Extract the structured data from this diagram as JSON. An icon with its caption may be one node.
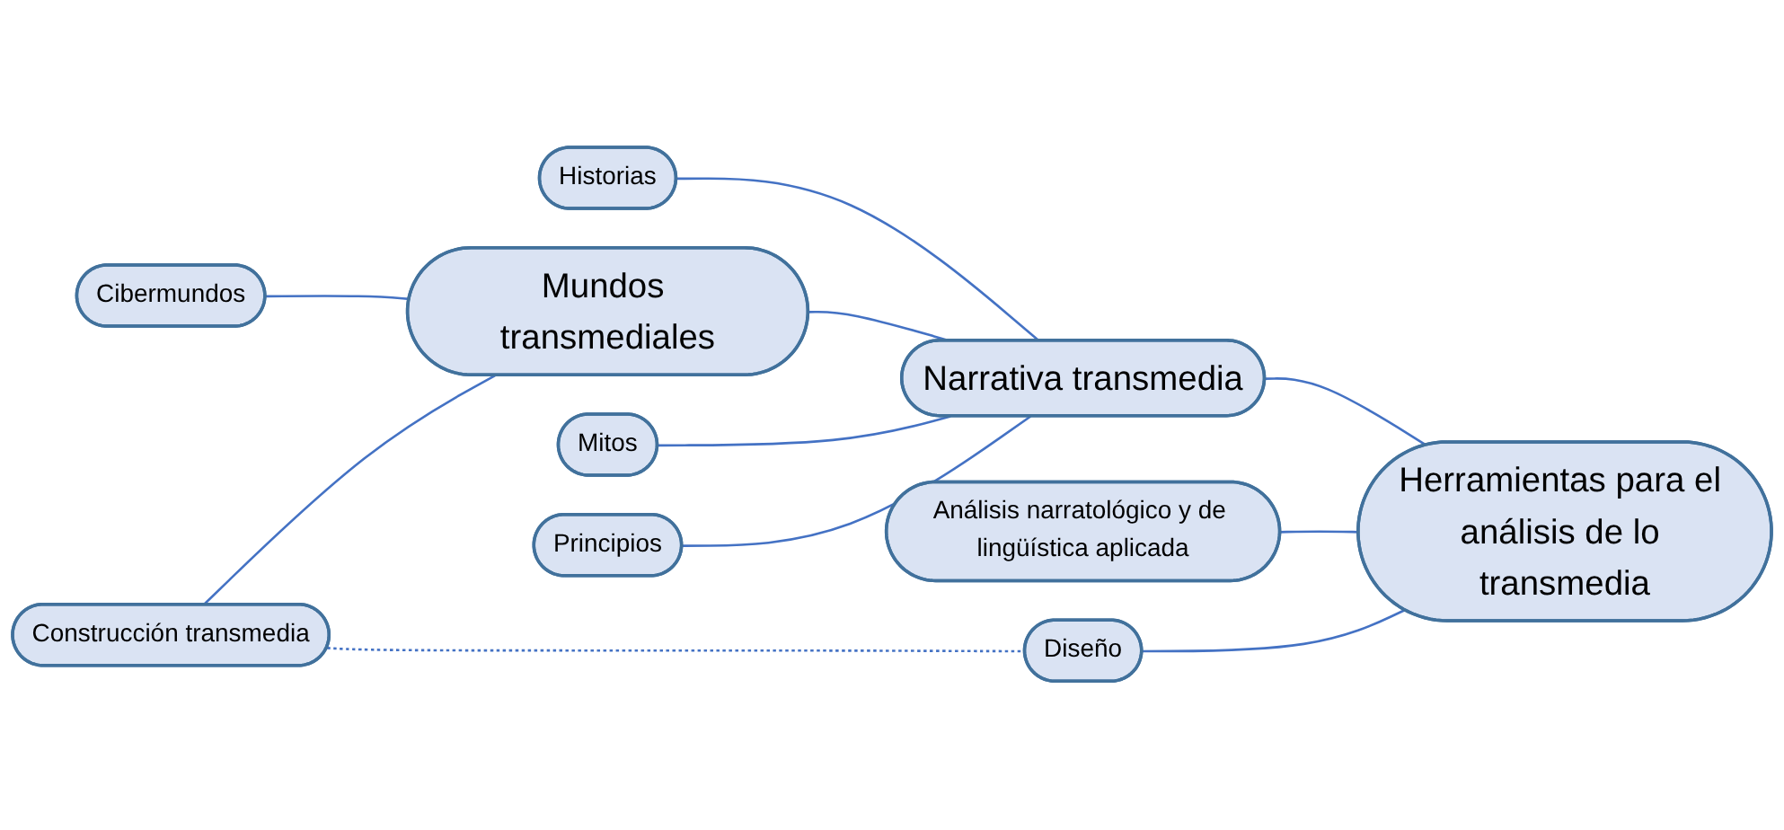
{
  "diagram": {
    "nodes": [
      {
        "text": [
          "Cibermundos"
        ]
      },
      {
        "text": [
          "Construcción transmedia"
        ]
      },
      {
        "text": [
          "Diseño"
        ]
      },
      {
        "text": [
          "Análisis narratológico y de lingüística aplicada"
        ]
      },
      {
        "text": [
          "Historias"
        ]
      },
      {
        "text": [
          "Mundos transmediales"
        ]
      },
      {
        "text": [
          "Herramientas para el análisis de lo transmedia"
        ]
      },
      {
        "text": [
          "Mitos"
        ]
      },
      {
        "text": [
          "Narrativa transmedia"
        ]
      },
      {
        "text": [
          "Principios"
        ]
      }
    ],
    "edges": [
      {
        "from": 0,
        "to": 5,
        "arrow": "none"
      },
      {
        "from": 1,
        "to": 5,
        "arrow": "none"
      },
      {
        "from": 1,
        "to": 2,
        "arrow": "none",
        "style": "dashed"
      },
      {
        "from": 2,
        "to": 6,
        "arrow": "none"
      },
      {
        "from": 3,
        "to": 6,
        "arrow": "none"
      },
      {
        "from": 4,
        "to": 8,
        "arrow": "none"
      },
      {
        "from": 5,
        "to": 8,
        "arrow": "none"
      },
      {
        "from": 7,
        "to": 8,
        "arrow": "none"
      },
      {
        "from": 9,
        "to": 8,
        "arrow": "none"
      },
      {
        "from": 8,
        "to": 6,
        "arrow": "none"
      }
    ]
  }
}
